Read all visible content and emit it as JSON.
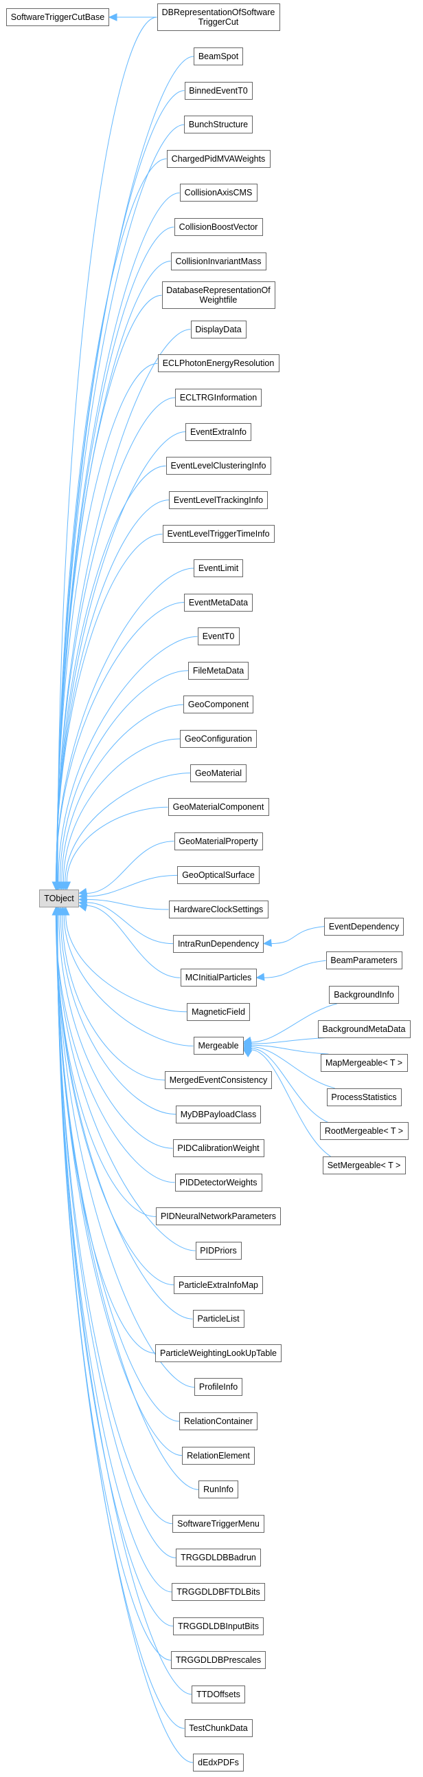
{
  "diagram": {
    "type": "inheritance-graph",
    "edge_color": "#63b8ff",
    "root": {
      "id": "TObject",
      "label": "TObject"
    },
    "external_base": {
      "id": "SoftwareTriggerCutBase",
      "label": "SoftwareTriggerCutBase"
    },
    "children": [
      {
        "id": "DBRepresentationOfSoftwareTriggerCut",
        "label": "DBRepresentationOfSoftware\nTriggerCut",
        "also_inherits": "SoftwareTriggerCutBase"
      },
      {
        "id": "BeamSpot",
        "label": "BeamSpot"
      },
      {
        "id": "BinnedEventT0",
        "label": "BinnedEventT0"
      },
      {
        "id": "BunchStructure",
        "label": "BunchStructure"
      },
      {
        "id": "ChargedPidMVAWeights",
        "label": "ChargedPidMVAWeights"
      },
      {
        "id": "CollisionAxisCMS",
        "label": "CollisionAxisCMS"
      },
      {
        "id": "CollisionBoostVector",
        "label": "CollisionBoostVector"
      },
      {
        "id": "CollisionInvariantMass",
        "label": "CollisionInvariantMass"
      },
      {
        "id": "DatabaseRepresentationOfWeightfile",
        "label": "DatabaseRepresentationOf\nWeightfile"
      },
      {
        "id": "DisplayData",
        "label": "DisplayData"
      },
      {
        "id": "ECLPhotonEnergyResolution",
        "label": "ECLPhotonEnergyResolution"
      },
      {
        "id": "ECLTRGInformation",
        "label": "ECLTRGInformation"
      },
      {
        "id": "EventExtraInfo",
        "label": "EventExtraInfo"
      },
      {
        "id": "EventLevelClusteringInfo",
        "label": "EventLevelClusteringInfo"
      },
      {
        "id": "EventLevelTrackingInfo",
        "label": "EventLevelTrackingInfo"
      },
      {
        "id": "EventLevelTriggerTimeInfo",
        "label": "EventLevelTriggerTimeInfo"
      },
      {
        "id": "EventLimit",
        "label": "EventLimit"
      },
      {
        "id": "EventMetaData",
        "label": "EventMetaData"
      },
      {
        "id": "EventT0",
        "label": "EventT0"
      },
      {
        "id": "FileMetaData",
        "label": "FileMetaData"
      },
      {
        "id": "GeoComponent",
        "label": "GeoComponent"
      },
      {
        "id": "GeoConfiguration",
        "label": "GeoConfiguration"
      },
      {
        "id": "GeoMaterial",
        "label": "GeoMaterial"
      },
      {
        "id": "GeoMaterialComponent",
        "label": "GeoMaterialComponent"
      },
      {
        "id": "GeoMaterialProperty",
        "label": "GeoMaterialProperty"
      },
      {
        "id": "GeoOpticalSurface",
        "label": "GeoOpticalSurface"
      },
      {
        "id": "HardwareClockSettings",
        "label": "HardwareClockSettings"
      },
      {
        "id": "IntraRunDependency",
        "label": "IntraRunDependency",
        "children": [
          {
            "id": "EventDependency",
            "label": "EventDependency"
          }
        ]
      },
      {
        "id": "MCInitialParticles",
        "label": "MCInitialParticles",
        "children": [
          {
            "id": "BeamParameters",
            "label": "BeamParameters"
          }
        ]
      },
      {
        "id": "MagneticField",
        "label": "MagneticField"
      },
      {
        "id": "Mergeable",
        "label": "Mergeable",
        "children": [
          {
            "id": "BackgroundInfo",
            "label": "BackgroundInfo"
          },
          {
            "id": "BackgroundMetaData",
            "label": "BackgroundMetaData"
          },
          {
            "id": "MapMergeable",
            "label": "MapMergeable< T >"
          },
          {
            "id": "ProcessStatistics",
            "label": "ProcessStatistics"
          },
          {
            "id": "RootMergeable",
            "label": "RootMergeable< T >"
          },
          {
            "id": "SetMergeable",
            "label": "SetMergeable< T >"
          }
        ]
      },
      {
        "id": "MergedEventConsistency",
        "label": "MergedEventConsistency"
      },
      {
        "id": "MyDBPayloadClass",
        "label": "MyDBPayloadClass"
      },
      {
        "id": "PIDCalibrationWeight",
        "label": "PIDCalibrationWeight"
      },
      {
        "id": "PIDDetectorWeights",
        "label": "PIDDetectorWeights"
      },
      {
        "id": "PIDNeuralNetworkParameters",
        "label": "PIDNeuralNetworkParameters"
      },
      {
        "id": "PIDPriors",
        "label": "PIDPriors"
      },
      {
        "id": "ParticleExtraInfoMap",
        "label": "ParticleExtraInfoMap"
      },
      {
        "id": "ParticleList",
        "label": "ParticleList"
      },
      {
        "id": "ParticleWeightingLookUpTable",
        "label": "ParticleWeightingLookUpTable"
      },
      {
        "id": "ProfileInfo",
        "label": "ProfileInfo"
      },
      {
        "id": "RelationContainer",
        "label": "RelationContainer"
      },
      {
        "id": "RelationElement",
        "label": "RelationElement"
      },
      {
        "id": "RunInfo",
        "label": "RunInfo"
      },
      {
        "id": "SoftwareTriggerMenu",
        "label": "SoftwareTriggerMenu"
      },
      {
        "id": "TRGGDLDBBadrun",
        "label": "TRGGDLDBBadrun"
      },
      {
        "id": "TRGGDLDBFTDLBits",
        "label": "TRGGDLDBFTDLBits"
      },
      {
        "id": "TRGGDLDBInputBits",
        "label": "TRGGDLDBInputBits"
      },
      {
        "id": "TRGGDLDBPrescales",
        "label": "TRGGDLDBPrescales"
      },
      {
        "id": "TTDOffsets",
        "label": "TTDOffsets"
      },
      {
        "id": "TestChunkData",
        "label": "TestChunkData"
      },
      {
        "id": "dEdxPDFs",
        "label": "dEdxPDFs"
      }
    ]
  }
}
